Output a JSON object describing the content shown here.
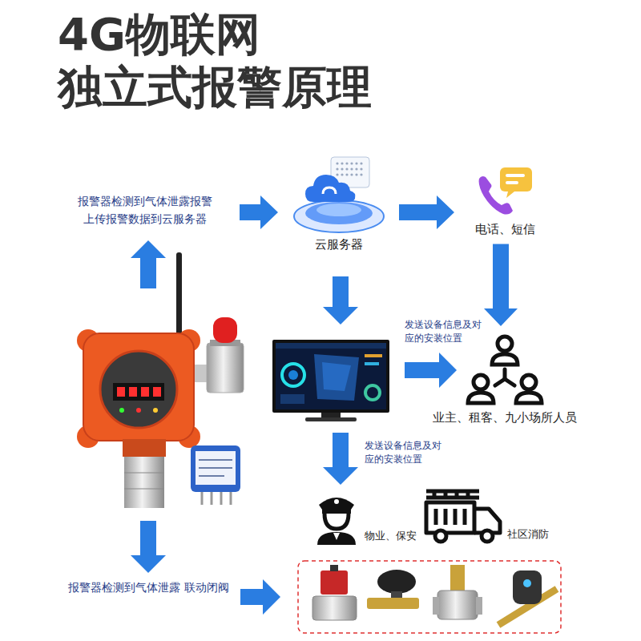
{
  "diagram": {
    "title": "4G物联网 独立式报警原理",
    "nodes": [
      {
        "text": [
          "报警器检测到气体泄露报警 上传报警数据到云服务器"
        ]
      },
      {
        "text": [
          "云服务器"
        ]
      },
      {
        "text": [
          "电话、短信"
        ]
      },
      {
        "text": [
          "业主、租客、九小场所人员"
        ]
      },
      {
        "text": [
          "物业、保安"
        ]
      },
      {
        "text": [
          "社区消防"
        ]
      },
      {
        "text": [
          "报警器检测到气体泄露 联动闭阀"
        ]
      }
    ],
    "edges": [
      {
        "from": 0,
        "to": 1,
        "arrow": "to"
      },
      {
        "from": 1,
        "to": 2,
        "arrow": "to"
      },
      {
        "from": 2,
        "to": 3,
        "arrow": "to"
      }
    ],
    "labels": [
      "发送设备信息及对应的安装位置",
      "发送设备信息及对应的安装位置"
    ]
  }
}
